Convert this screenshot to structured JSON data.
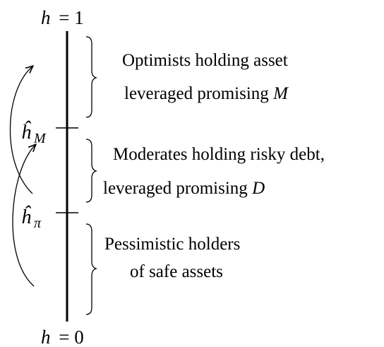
{
  "axis": {
    "top_label": {
      "var": "h",
      "eq": "= 1"
    },
    "bottom_label": {
      "var": "h",
      "eq": "= 0"
    },
    "ticks": [
      {
        "hat": "ĥ",
        "sub": "M"
      },
      {
        "hat": "ĥ",
        "sub": "π"
      }
    ]
  },
  "groups": [
    {
      "line1": "Optimists holding asset",
      "line2_text": "leveraged promising ",
      "line2_var": "M"
    },
    {
      "line1": "Moderates holding risky debt,",
      "line2_text": "leveraged promising ",
      "line2_var": "D"
    },
    {
      "line1": "Pessimistic holders",
      "line2_text": "of safe assets",
      "line2_var": ""
    }
  ]
}
